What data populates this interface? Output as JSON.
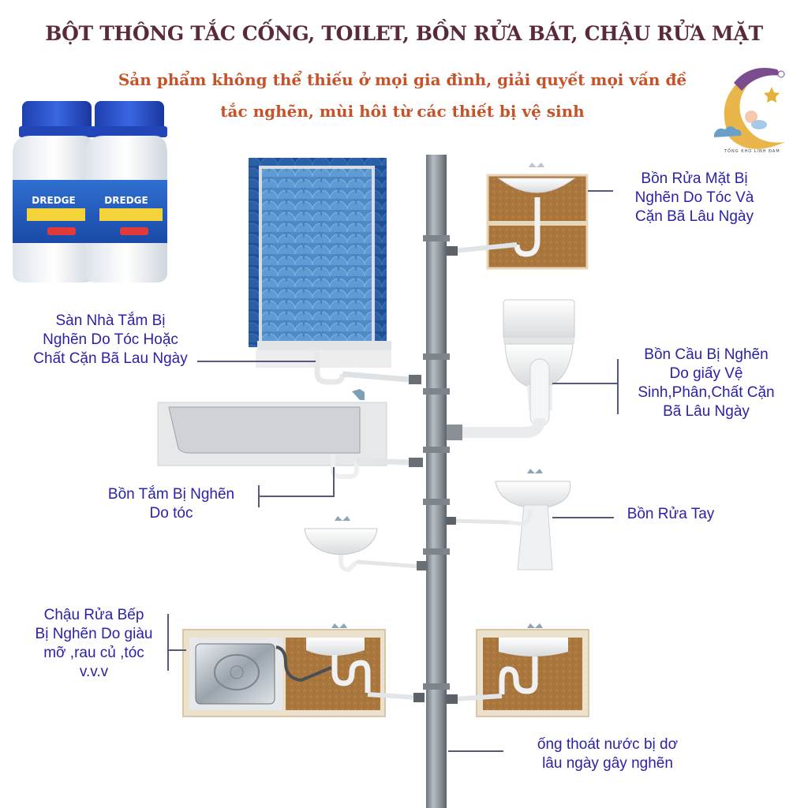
{
  "header": {
    "title": "BỘT THÔNG TẮC CỐNG, TOILET, BỒN RỬA BÁT, CHẬU RỬA MẶT",
    "subtitle_line1": "Sản phẩm không thể thiếu ở mọi gia đình, giải quyết mọi vấn đề",
    "subtitle_line2": "tắc nghẽn, mùi hôi từ các thiết bị vệ sinh"
  },
  "logo": {
    "icon": "moon-sleeping-baby-logo",
    "text": "TỔNG KHO LINH ĐAM"
  },
  "product": {
    "icon": "powder-jar-product",
    "brand": "DREDGE",
    "count": 2
  },
  "labels": {
    "washbasin": [
      "Bồn Rửa Mặt  Bị",
      "Nghẽn Do Tóc Và",
      "Cặn Bã Lâu Ngày"
    ],
    "shower_floor": [
      "Sàn Nhà Tắm Bị",
      "Nghẽn Do Tóc Hoặc",
      "Chất Cặn Bã Lau Ngày"
    ],
    "toilet": [
      "Bồn Cầu Bị Nghẽn",
      "Do giấy Vệ",
      "Sinh,Phân,Chất Cặn",
      "Bã Lâu Ngày"
    ],
    "bathtub": [
      "Bồn Tắm Bị Nghẽn",
      "Do tóc"
    ],
    "hand_sink": [
      "Bồn Rửa Tay"
    ],
    "kitchen_sink": [
      "Chậu Rửa Bếp",
      "Bị Nghẽn Do giàu",
      "mỡ ,rau củ ,tóc",
      "v.v.v"
    ],
    "drain_pipe": [
      "ống thoát nước bị dơ",
      "lâu ngày gây nghẽn"
    ]
  },
  "colors": {
    "title": "#5a2a3c",
    "subtitle": "#c4532a",
    "label": "#2c22a8",
    "pipe": "#8e959c",
    "cabinet": "#b5854a",
    "tile": "#4a86c0"
  }
}
